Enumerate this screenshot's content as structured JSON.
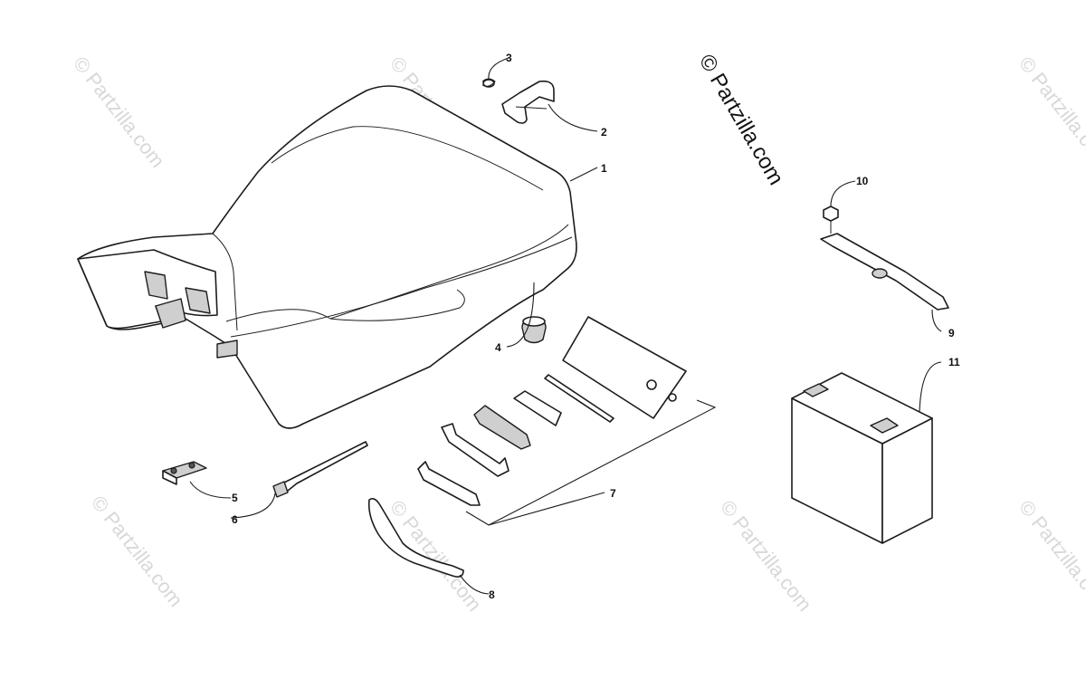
{
  "watermark": {
    "text": "© Partzilla.com",
    "color": "#d8d8d8"
  },
  "brand": {
    "text": "© Partzilla.com",
    "color": "#111111"
  },
  "callouts": [
    "1",
    "2",
    "3",
    "4",
    "5",
    "6",
    "7",
    "8",
    "9",
    "10",
    "11"
  ],
  "icons": {
    "seat": "seat-icon",
    "clip": "seat-latch-clip-icon",
    "spring": "spring-icon",
    "bumper": "rubber-bumper-icon",
    "clamp": "wire-clamp-icon",
    "cable_tie": "cable-tie-icon",
    "tool_kit": "tool-kit-icon",
    "spanner": "spanner-wrench-icon",
    "strap": "battery-strap-icon",
    "bolt": "bolt-icon",
    "battery": "battery-icon"
  }
}
